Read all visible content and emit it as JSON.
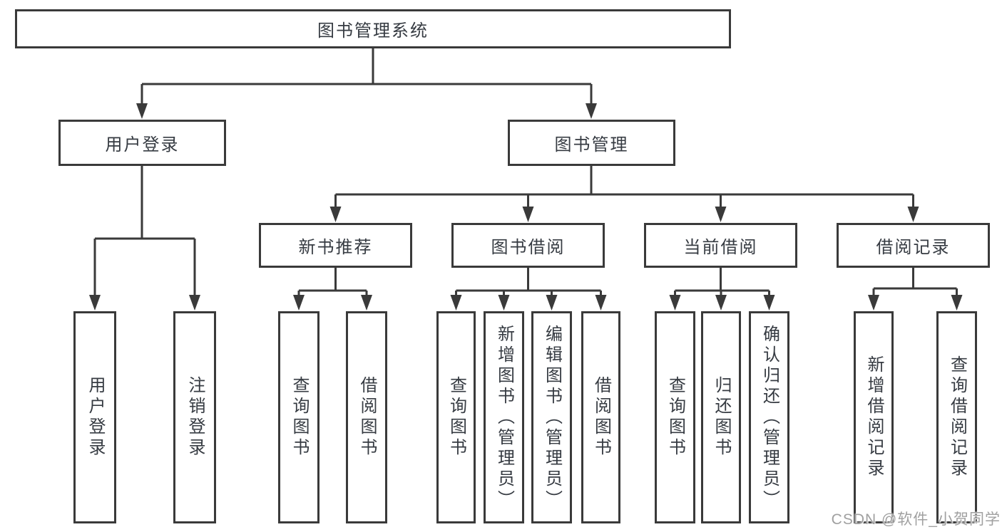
{
  "diagram": {
    "root": {
      "label": "图书管理系统"
    },
    "branches": [
      {
        "label": "用户登录",
        "children": [
          {
            "label": "用户登录"
          },
          {
            "label": "注销登录"
          }
        ]
      },
      {
        "label": "图书管理",
        "children": [
          {
            "label": "新书推荐",
            "children": [
              {
                "label": "查询图书"
              },
              {
                "label": "借阅图书"
              }
            ]
          },
          {
            "label": "图书借阅",
            "children": [
              {
                "label": "查询图书"
              },
              {
                "label": "新增图书（管理员）"
              },
              {
                "label": "编辑图书（管理员）"
              },
              {
                "label": "借阅图书"
              }
            ]
          },
          {
            "label": "当前借阅",
            "children": [
              {
                "label": "查询图书"
              },
              {
                "label": "归还图书"
              },
              {
                "label": "确认归还（管理员）"
              }
            ]
          },
          {
            "label": "借阅记录",
            "children": [
              {
                "label": "新增借阅记录"
              },
              {
                "label": "查询借阅记录"
              }
            ]
          }
        ]
      }
    ]
  },
  "watermark": {
    "text": "CSDN @软件_小贺同学"
  },
  "colors": {
    "line": "#3a3a3a",
    "text": "#363b42",
    "watermark": "#a0a0a0",
    "background": "#ffffff"
  }
}
